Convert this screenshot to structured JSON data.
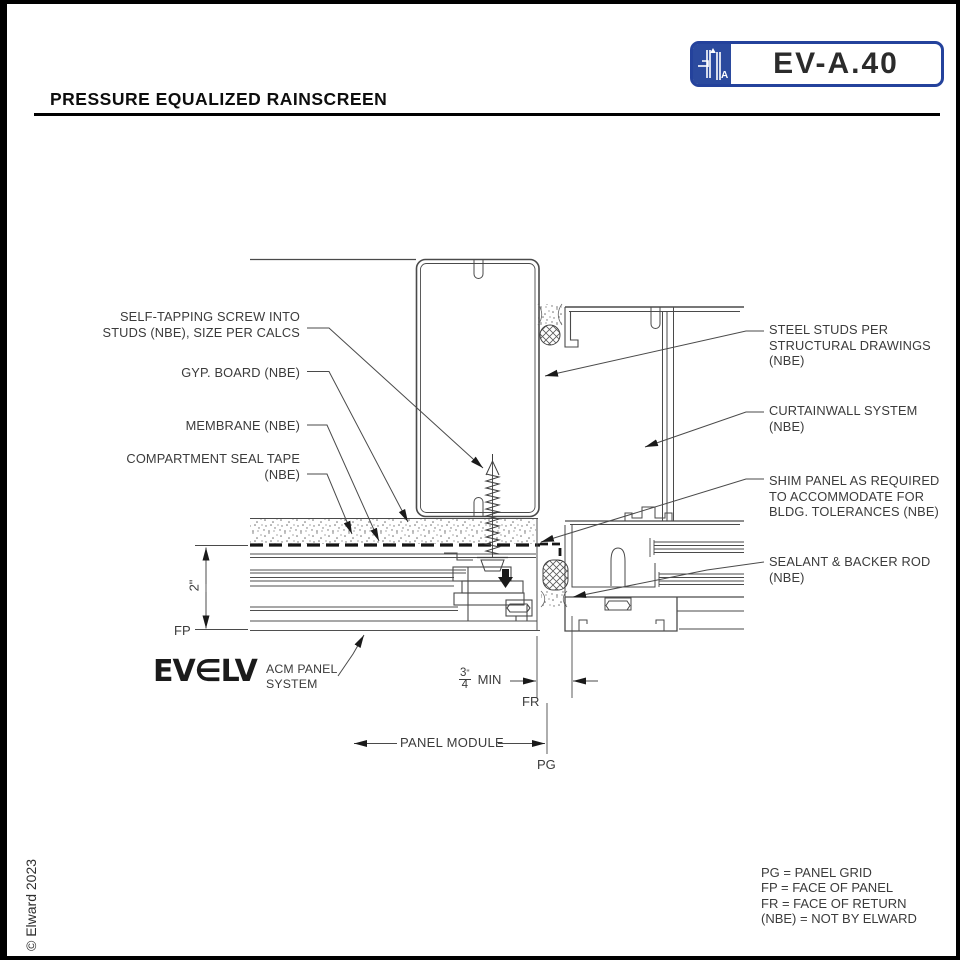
{
  "sheet": {
    "title": "PRESSURE EQUALIZED RAINSCREEN",
    "drawing_number": "EV-A.40",
    "copyright": "© Elward 2023"
  },
  "colors": {
    "accent_blue": "#24429c",
    "line_gray": "#4a4a4a"
  },
  "callouts": {
    "left": [
      "SELF-TAPPING SCREW INTO\nSTUDS (NBE), SIZE PER CALCS",
      "GYP. BOARD  (NBE)",
      "MEMBRANE  (NBE)",
      "COMPARTMENT SEAL TAPE\n(NBE)"
    ],
    "right": [
      "STEEL STUDS PER\nSTRUCTURAL DRAWINGS\n(NBE)",
      "CURTAINWALL SYSTEM\n(NBE)",
      "SHIM PANEL AS REQUIRED\nTO ACCOMMODATE FOR\nBLDG. TOLERANCES  (NBE)",
      "SEALANT & BACKER ROD\n(NBE)"
    ]
  },
  "brand": {
    "logo": "EV∈LV",
    "product": "ACM PANEL\nSYSTEM"
  },
  "dimensions": {
    "panel_depth": "2\"",
    "joint": {
      "numerator": "3",
      "denominator": "4",
      "unit": "\"",
      "qualifier": "MIN"
    },
    "panel_module": "PANEL MODULE"
  },
  "markers": {
    "fp": "FP",
    "fr": "FR",
    "pg": "PG"
  },
  "legend": [
    "PG = PANEL GRID",
    "FP = FACE OF PANEL",
    "FR = FACE OF RETURN",
    "(NBE) = NOT BY ELWARD"
  ]
}
